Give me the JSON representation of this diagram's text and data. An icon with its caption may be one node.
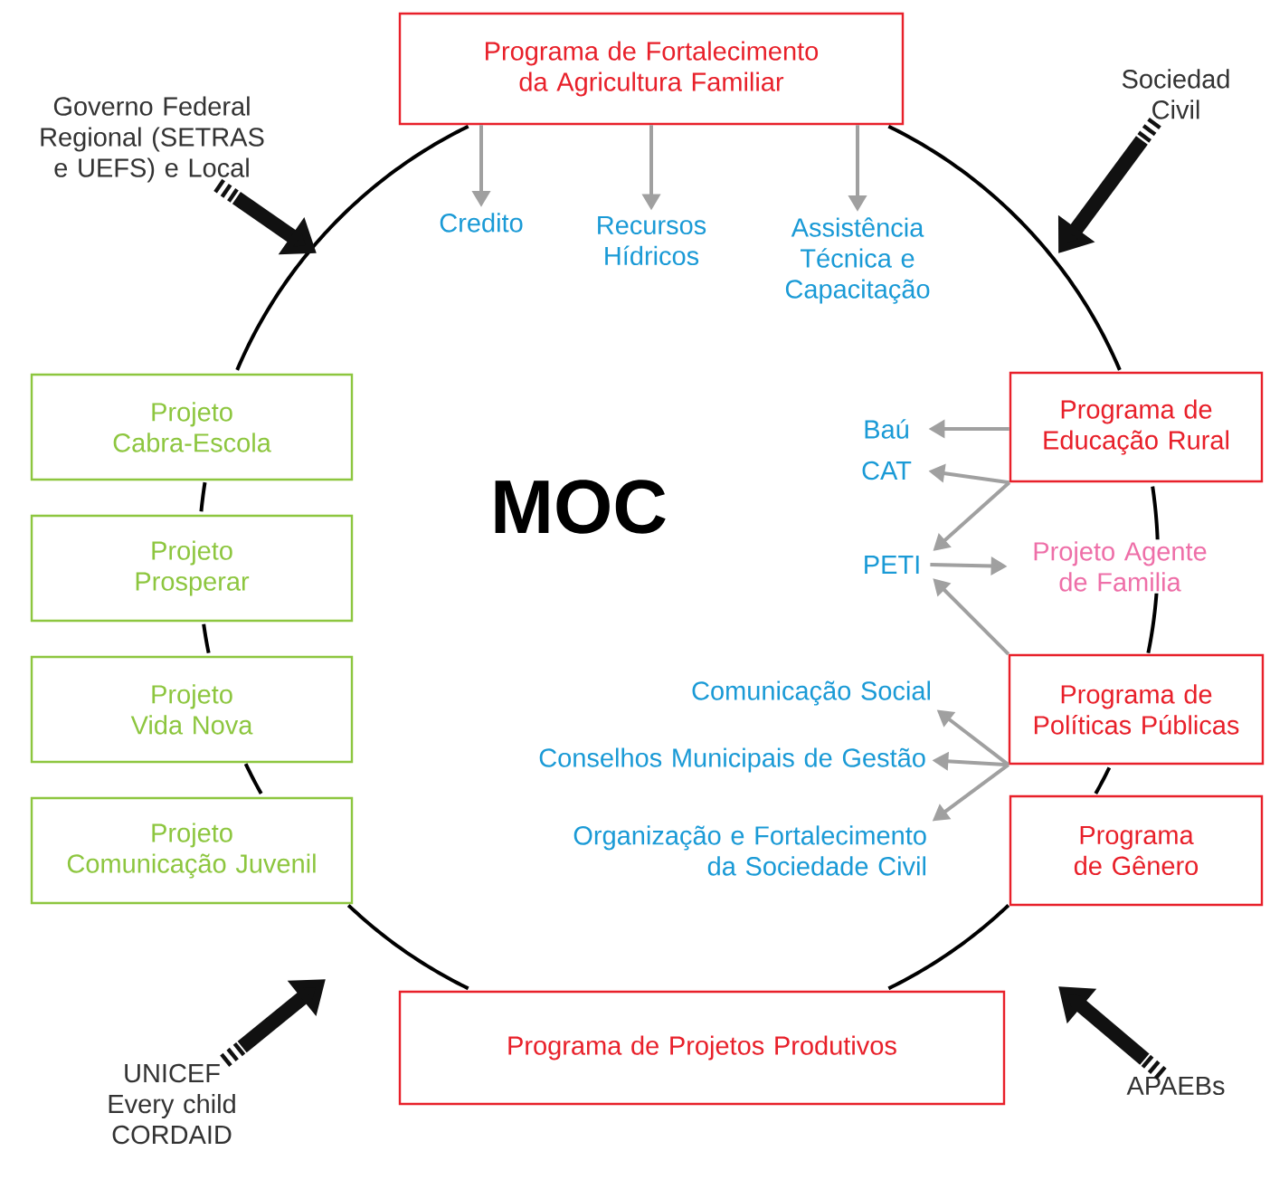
{
  "diagram": {
    "nodes": [
      {
        "text": [
          "Programa de Fortalecimento da Agricultura Familiar"
        ]
      },
      {
        "text": [
          "Credito"
        ]
      },
      {
        "text": [
          "Recursos Hídricos"
        ]
      },
      {
        "text": [
          "Assistência Técnica e Capacitação"
        ]
      },
      {
        "text": [
          "Programa de Educação Rural"
        ]
      },
      {
        "text": [
          "Baú"
        ]
      },
      {
        "text": [
          "CAT"
        ]
      },
      {
        "text": [
          "PETI"
        ]
      },
      {
        "text": [
          "Projeto Agente de Familia"
        ]
      },
      {
        "text": [
          "Programa de Políticas Públicas"
        ]
      },
      {
        "text": [
          "Comunicação Social"
        ]
      },
      {
        "text": [
          "Conselhos Municipais de Gestão"
        ]
      },
      {
        "text": [
          "Organização e Fortalecimento da Sociedade Civil"
        ]
      },
      {
        "text": [
          "Programa de Gênero"
        ]
      },
      {
        "text": [
          "Programa de Projetos Produtivos"
        ]
      },
      {
        "text": [
          "Projeto Cabra-Escola"
        ]
      },
      {
        "text": [
          "Projeto Prosperar"
        ]
      },
      {
        "text": [
          "Projeto Vida Nova"
        ]
      },
      {
        "text": [
          "Projeto Comunicação Juvenil"
        ]
      },
      {
        "text": [
          "Governo Federal Regional (SETRAS e UEFS) e Local"
        ]
      },
      {
        "text": [
          "Sociedad Civil"
        ]
      },
      {
        "text": [
          "UNICEF Every child CORDAID"
        ]
      },
      {
        "text": [
          "APAEBs"
        ]
      }
    ],
    "edges": [
      {
        "from": 0,
        "to": 1,
        "arrow": "to"
      },
      {
        "from": 0,
        "to": 2,
        "arrow": "to"
      },
      {
        "from": 0,
        "to": 3,
        "arrow": "to"
      },
      {
        "from": 4,
        "to": 5,
        "arrow": "to"
      },
      {
        "from": 4,
        "to": 6,
        "arrow": "to"
      },
      {
        "from": 4,
        "to": 7,
        "arrow": "to"
      },
      {
        "from": 7,
        "to": 8,
        "arrow": "to"
      },
      {
        "from": 9,
        "to": 7,
        "arrow": "to"
      },
      {
        "from": 9,
        "to": 10,
        "arrow": "to"
      },
      {
        "from": 9,
        "to": 11,
        "arrow": "to"
      },
      {
        "from": 9,
        "to": 12,
        "arrow": "to"
      },
      {
        "from": 19,
        "to": null,
        "arrow": "to",
        "style": "thick",
        "color": "#111111"
      },
      {
        "from": 20,
        "to": null,
        "arrow": "to",
        "style": "thick",
        "color": "#111111"
      },
      {
        "from": 21,
        "to": null,
        "arrow": "to",
        "style": "thick",
        "color": "#111111"
      },
      {
        "from": 22,
        "to": null,
        "arrow": "to",
        "style": "thick",
        "color": "#111111"
      }
    ],
    "labels": [
      "MOC"
    ]
  }
}
